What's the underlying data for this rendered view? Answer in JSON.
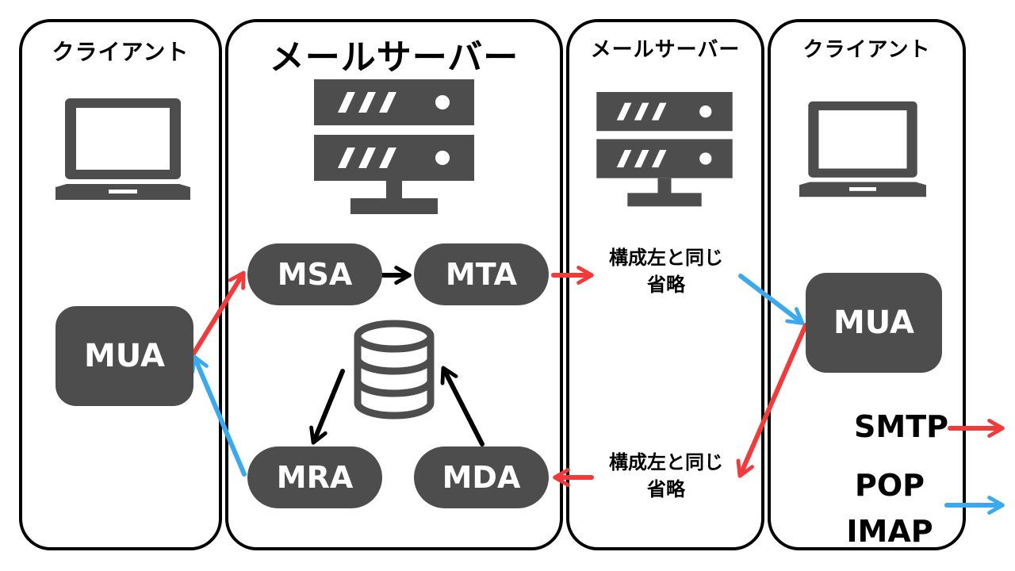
{
  "panels": {
    "left_client": {
      "title": "クライアント"
    },
    "main_server": {
      "title": "メールサーバー"
    },
    "remote_server": {
      "title": "メールサーバー"
    },
    "right_client": {
      "title": "クライアント"
    }
  },
  "nodes": {
    "left_mua": "MUA",
    "msa": "MSA",
    "mta": "MTA",
    "mra": "MRA",
    "mda": "MDA",
    "right_mua": "MUA"
  },
  "notes": {
    "top_line1": "構成左と同じ",
    "top_line2": "省略",
    "bottom_line1": "構成左と同じ",
    "bottom_line2": "省略"
  },
  "legend": {
    "smtp": {
      "label": "SMTP",
      "color": "#f23a3a"
    },
    "pop_imap": {
      "label_line1": "POP",
      "label_line2": "IMAP",
      "color": "#3aa9f0"
    }
  },
  "colors": {
    "node_fill": "#4d4d4d",
    "icon_fill": "#4d4d4d",
    "internal_arrow": "#000000"
  },
  "icons": [
    "laptop-icon",
    "server-icon",
    "database-icon"
  ]
}
